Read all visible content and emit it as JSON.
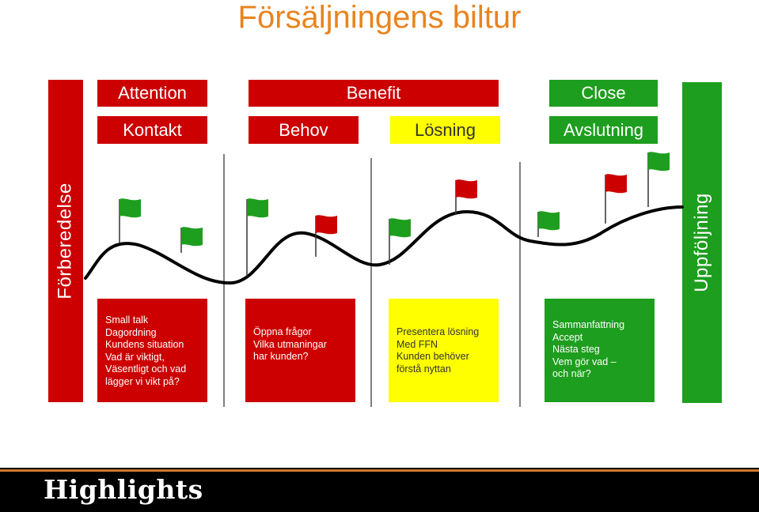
{
  "title": "Försäljningens biltur",
  "colors": {
    "red": "#CC0000",
    "green": "#1E9E1E",
    "yellow": "#FFFF00",
    "title": "#E8841E"
  },
  "side_left": "Förberedelse",
  "side_right": "Uppföljning",
  "top_row": {
    "attention": "Attention",
    "benefit": "Benefit",
    "close": "Close"
  },
  "phases": {
    "kontakt": "Kontakt",
    "behov": "Behov",
    "losning": "Lösning",
    "avslutning": "Avslutning"
  },
  "notes": {
    "kontakt": [
      "Small talk",
      "Dagordning",
      "Kundens situation",
      "Vad är viktigt,",
      "Väsentligt och vad",
      "lägger vi vikt på?"
    ],
    "behov": [
      "Öppna frågor",
      "Vilka utmaningar",
      "har kunden?"
    ],
    "losning": [
      "Presentera lösning",
      "Med FFN",
      "Kunden behöver",
      "förstå nyttan"
    ],
    "avslutning": [
      "Sammanfattning",
      "Accept",
      "Nästa steg",
      "Vem gör vad –",
      "och när?"
    ]
  },
  "flags": [
    "green",
    "green",
    "green",
    "red",
    "green",
    "red",
    "green",
    "red",
    "green"
  ],
  "footer": {
    "brand": "Highlights"
  }
}
